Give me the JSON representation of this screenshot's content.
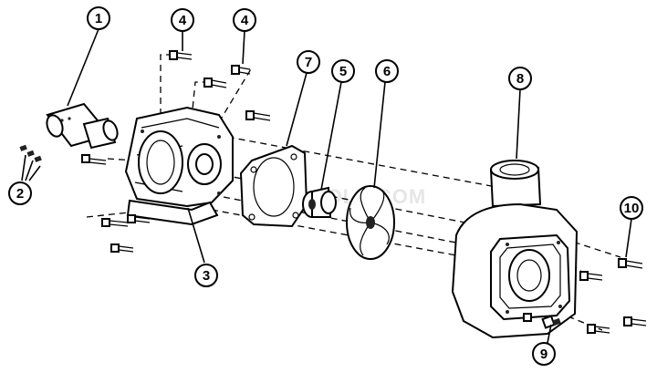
{
  "watermark": "INYOPOOLS.COM",
  "callouts": {
    "c1": "1",
    "c2": "2",
    "c3": "3",
    "c4a": "4",
    "c4b": "4",
    "c5": "5",
    "c6": "6",
    "c7": "7",
    "c8": "8",
    "c9": "9",
    "c10": "10"
  }
}
